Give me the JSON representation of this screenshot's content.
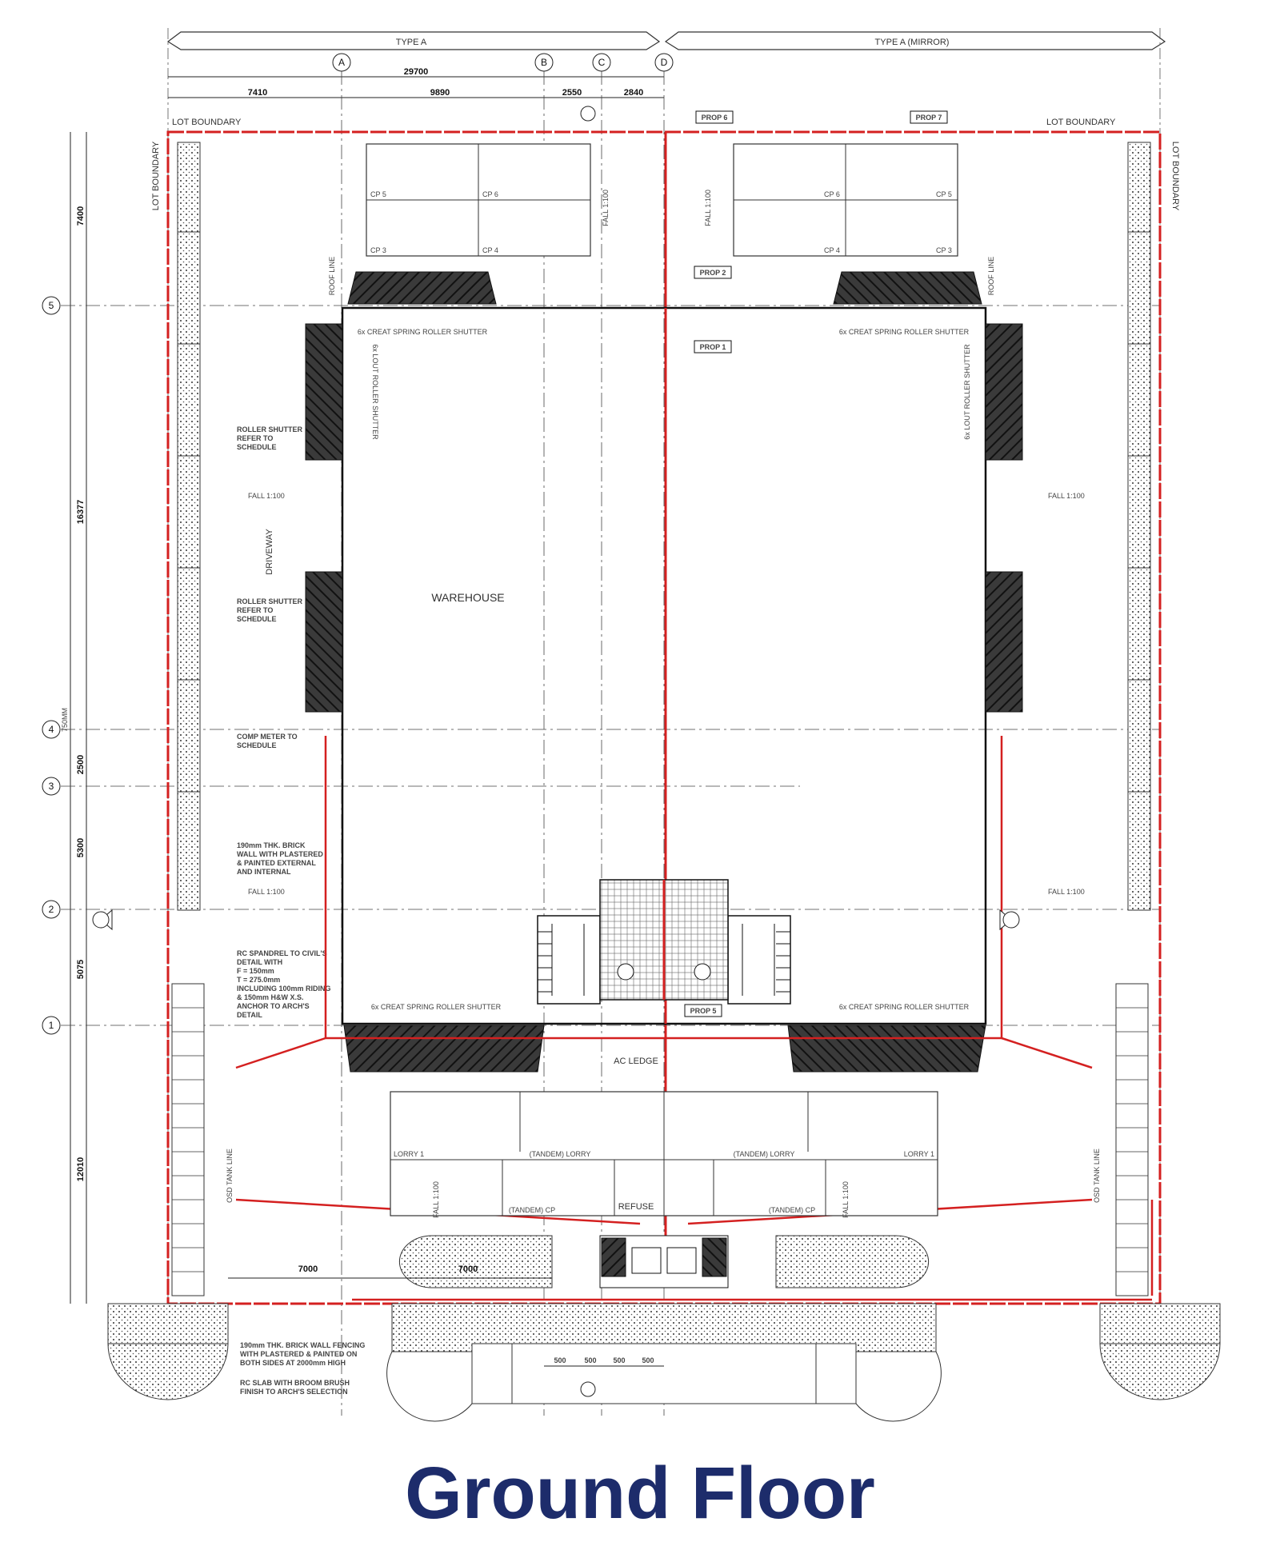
{
  "caption": "Ground Floor",
  "colors": {
    "boundary": "#d42020",
    "caption": "#1d2c6b",
    "line": "#111111",
    "hatch": "#2b2b2b"
  },
  "header": {
    "left_type": "TYPE A",
    "right_type": "TYPE A (MIRROR)"
  },
  "grid_bubbles": {
    "columns": [
      "A",
      "B",
      "C",
      "D"
    ],
    "rows": [
      "5",
      "4",
      "3",
      "2",
      "1"
    ]
  },
  "dimensions": {
    "top_total": "29700",
    "top_segments": [
      "7410",
      "9890",
      "2550",
      "2840"
    ],
    "left_segments": [
      "7400",
      "16377",
      "2500",
      "5300",
      "5075",
      "12010"
    ],
    "left_small": "750MM"
  },
  "labels": {
    "lot_boundary_left": "LOT BOUNDARY",
    "lot_boundary_right": "LOT BOUNDARY",
    "lot_boundary_vertical": "LOT BOUNDARY",
    "roof_line": "ROOF LINE",
    "driveway": "DRIVEWAY",
    "warehouse": "WAREHOUSE",
    "ac_ledge": "AC LEDGE",
    "refuse": "REFUSE",
    "lorry_left": "LORRY 1",
    "lorry_right": "LORRY 1",
    "tandem_lorry_left": "(TANDEM) LORRY",
    "tandem_lorry_right": "(TANDEM) LORRY",
    "tandem_cp_left": "(TANDEM) CP",
    "tandem_cp_right": "(TANDEM) CP",
    "oso_tank_left": "OSD TANK LINE",
    "oso_tank_right": "OSD TANK LINE",
    "fall_left_1": "FALL 1:100",
    "fall_left_2": "FALL 1:100",
    "fall_right_1": "FALL 1:100",
    "fall_right_2": "FALL 1:100",
    "fall_v_left": "FALL 1:100",
    "fall_v_right": "FALL 1:100",
    "fall_v_lorry_left": "FALL 1:100",
    "fall_v_lorry_right": "FALL 1:100",
    "cp_labels": [
      "CP 5",
      "CP 6",
      "CP 3",
      "CP 4"
    ],
    "cp_labels_mirror": [
      "CP 6",
      "CP 5",
      "CP 4",
      "CP 3"
    ]
  },
  "notes": {
    "roller_shutter_1": [
      "ROLLER SHUTTER",
      "REFER TO",
      "SCHEDULE"
    ],
    "roller_shutter_2": [
      "ROLLER SHUTTER",
      "REFER TO",
      "SCHEDULE"
    ],
    "comp_meter": [
      "COMP METER TO",
      "SCHEDULE"
    ],
    "brick_wall": [
      "190mm THK. BRICK",
      "WALL WITH PLASTERED",
      "& PAINTED EXTERNAL",
      "AND INTERNAL"
    ],
    "rc_spandrel": [
      "RC SPANDREL TO CIVIL'S",
      "DETAIL WITH",
      "F = 150mm",
      "T = 275.0mm",
      "INCLUDING 100mm RIDING",
      "& 150mm H&W X.S.",
      "ANCHOR TO ARCH'S",
      "DETAIL"
    ],
    "fence": [
      "190mm THK. BRICK WALL FENCING",
      "WITH PLASTERED & PAINTED ON",
      "BOTH SIDES AT 2000mm HIGH"
    ],
    "rc_slab": [
      "RC SLAB WITH BROOM BRUSH",
      "FINISH TO ARCH'S SELECTION"
    ]
  },
  "tags": {
    "prop_6": "PROP 6",
    "prop_7": "PROP 7",
    "prop_2": "PROP 2",
    "prop_1": "PROP 1",
    "prop_5": "PROP 5"
  },
  "opening_labels": [
    "6x CREAT SPRING ROLLER SHUTTER",
    "6x LOUT ROLLER SHUTTER",
    "6x CREAT SPRING ROLLER SHUTTER"
  ],
  "bottom_dims": [
    "7000",
    "7000",
    "500",
    "500",
    "500",
    "500"
  ]
}
